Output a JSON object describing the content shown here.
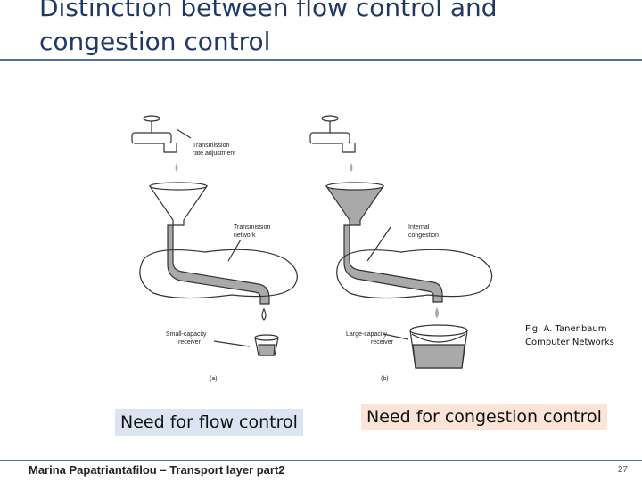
{
  "slide": {
    "title": "Distinction between flow control and congestion control",
    "caption_line1": "Fig. A. Tanenbaum",
    "caption_line2": "Computer Networks",
    "flow_box": "Need for flow control",
    "congestion_box": "Need for congestion control",
    "footer": "Marina Papatriantafilou – Transport layer part2",
    "page_number": "27"
  },
  "figure": {
    "a": {
      "label1_line1": "Transmission",
      "label1_line2": "rate adjustment",
      "label2_line1": "Transmission",
      "label2_line2": "network",
      "label3_line1": "Small-capacity",
      "label3_line2": "receiver",
      "sublabel": "(a)"
    },
    "b": {
      "label1_line1": "Internal",
      "label1_line2": "congestion",
      "label2_line1": "Large-capacity",
      "label2_line2": "receiver",
      "sublabel": "(b)"
    },
    "colors": {
      "water": "#a9a9a9",
      "stroke": "#333333"
    }
  }
}
